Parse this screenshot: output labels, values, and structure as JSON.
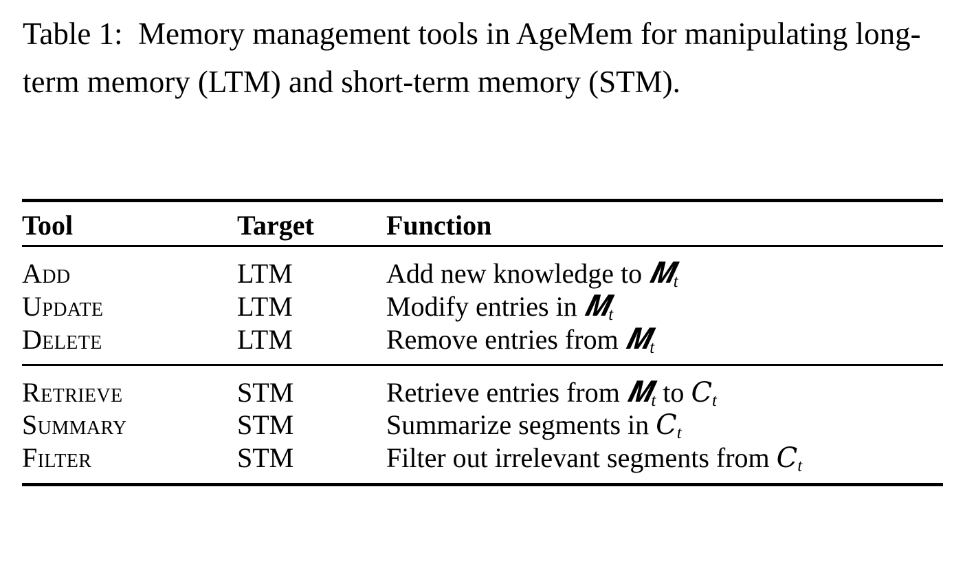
{
  "caption": {
    "label": "Table 1:",
    "text": "Memory management tools in AgeMem for manipulating long-term memory (LTM) and short-term memory (STM)."
  },
  "table": {
    "columns": [
      "Tool",
      "Target",
      "Function"
    ],
    "groups": [
      {
        "name": "ltm-group",
        "rows": [
          {
            "tool": "Add",
            "target": "LTM",
            "function_prefix": "Add new knowledge to ",
            "function_symbol": "M",
            "function_subscript": "t",
            "function_suffix": "",
            "function_symbol2": "",
            "function_subscript2": "",
            "function_text": "Add new knowledge to Mt"
          },
          {
            "tool": "Update",
            "target": "LTM",
            "function_prefix": "Modify entries in ",
            "function_symbol": "M",
            "function_subscript": "t",
            "function_suffix": "",
            "function_symbol2": "",
            "function_subscript2": "",
            "function_text": "Modify entries in Mt"
          },
          {
            "tool": "Delete",
            "target": "LTM",
            "function_prefix": "Remove entries from ",
            "function_symbol": "M",
            "function_subscript": "t",
            "function_suffix": "",
            "function_symbol2": "",
            "function_subscript2": "",
            "function_text": "Remove entries from Mt"
          }
        ]
      },
      {
        "name": "stm-group",
        "rows": [
          {
            "tool": "Retrieve",
            "target": "STM",
            "function_prefix": "Retrieve entries from ",
            "function_symbol": "M",
            "function_subscript": "t",
            "function_suffix": " to ",
            "function_symbol2": "C",
            "function_subscript2": "t",
            "function_text": "Retrieve entries from Mt to Ct"
          },
          {
            "tool": "Summary",
            "target": "STM",
            "function_prefix": "Summarize segments in ",
            "function_symbol": "C",
            "function_subscript": "t",
            "function_suffix": "",
            "function_symbol2": "",
            "function_subscript2": "",
            "function_text": "Summarize segments in Ct"
          },
          {
            "tool": "Filter",
            "target": "STM",
            "function_prefix": "Filter out irrelevant segments from ",
            "function_symbol": "C",
            "function_subscript": "t",
            "function_suffix": "",
            "function_symbol2": "",
            "function_subscript2": "",
            "function_text": "Filter out irrelevant segments from Ct"
          }
        ]
      }
    ]
  },
  "colors": {
    "text": "#000000",
    "background": "#ffffff",
    "rule": "#000000"
  }
}
